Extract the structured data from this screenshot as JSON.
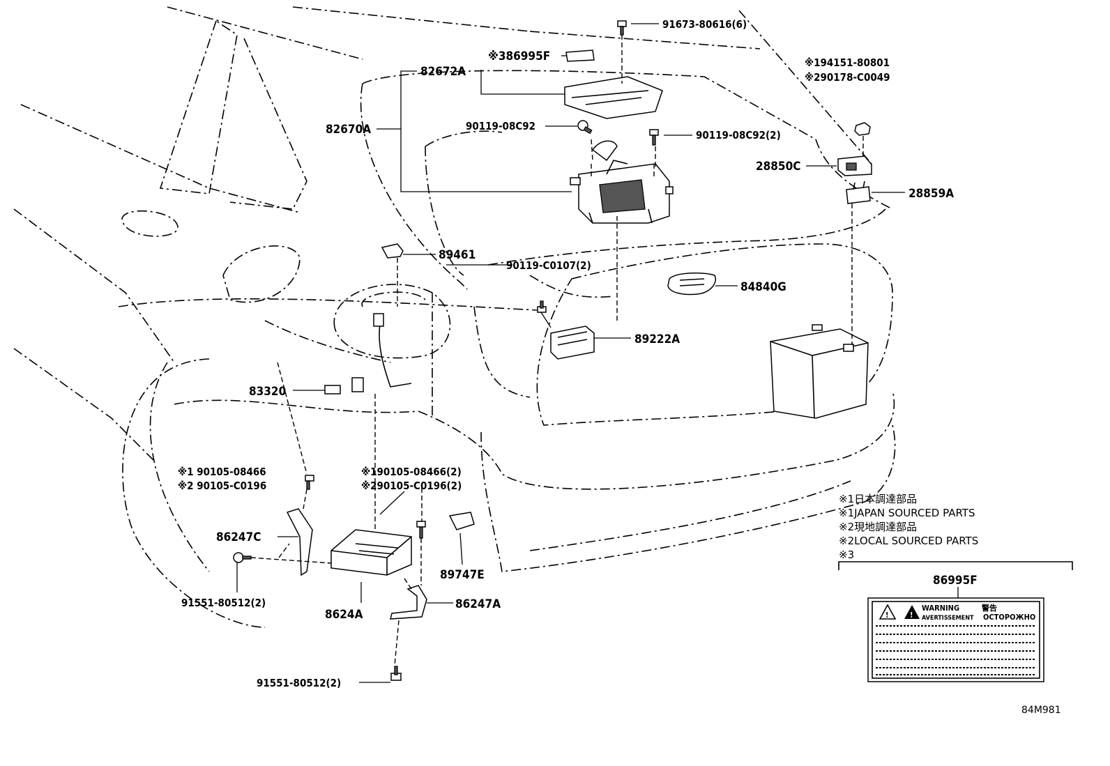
{
  "diagram": {
    "parts": {
      "p91673": "91673-80616(6)",
      "p86995F_top": "※386995F",
      "p82672A": "82672A",
      "p82670A": "82670A",
      "p90119_08C92": "90119-08C92",
      "p90119_08C92_2": "90119-08C92(2)",
      "p194151": "※194151-80801",
      "p290178": "※290178-C0049",
      "p28850C": "28850C",
      "p28859A": "28859A",
      "p89461": "89461",
      "p90119_C0107": "90119-C0107(2)",
      "p84840G": "84840G",
      "p89222A": "89222A",
      "p83320": "83320",
      "p190105_08466": "※1 90105-08466",
      "p290105_C0196": "※2 90105-C0196",
      "p190105_08466_2": "※190105-08466(2)",
      "p290105_C0196_2": "※290105-C0196(2)",
      "p86247C": "86247C",
      "p91551_a": "91551-80512(2)",
      "p8624A": "8624A",
      "p86247A": "86247A",
      "p89747E": "89747E",
      "p91551_b": "91551-80512(2)"
    },
    "notes": {
      "n1_jp": "※1日本調達部品",
      "n1_en": "※1JAPAN SOURCED PARTS",
      "n2_jp": "※2現地調達部品",
      "n2_en": "※2LOCAL SOURCED PARTS",
      "n3": "※3"
    },
    "label_callout": {
      "part": "86995F",
      "warning": "WARNING",
      "avertissement": "AVERTISSEMENT",
      "kanji": "警告",
      "russian": "OCTOPOЖHO"
    },
    "drawing_code": "84M981"
  }
}
